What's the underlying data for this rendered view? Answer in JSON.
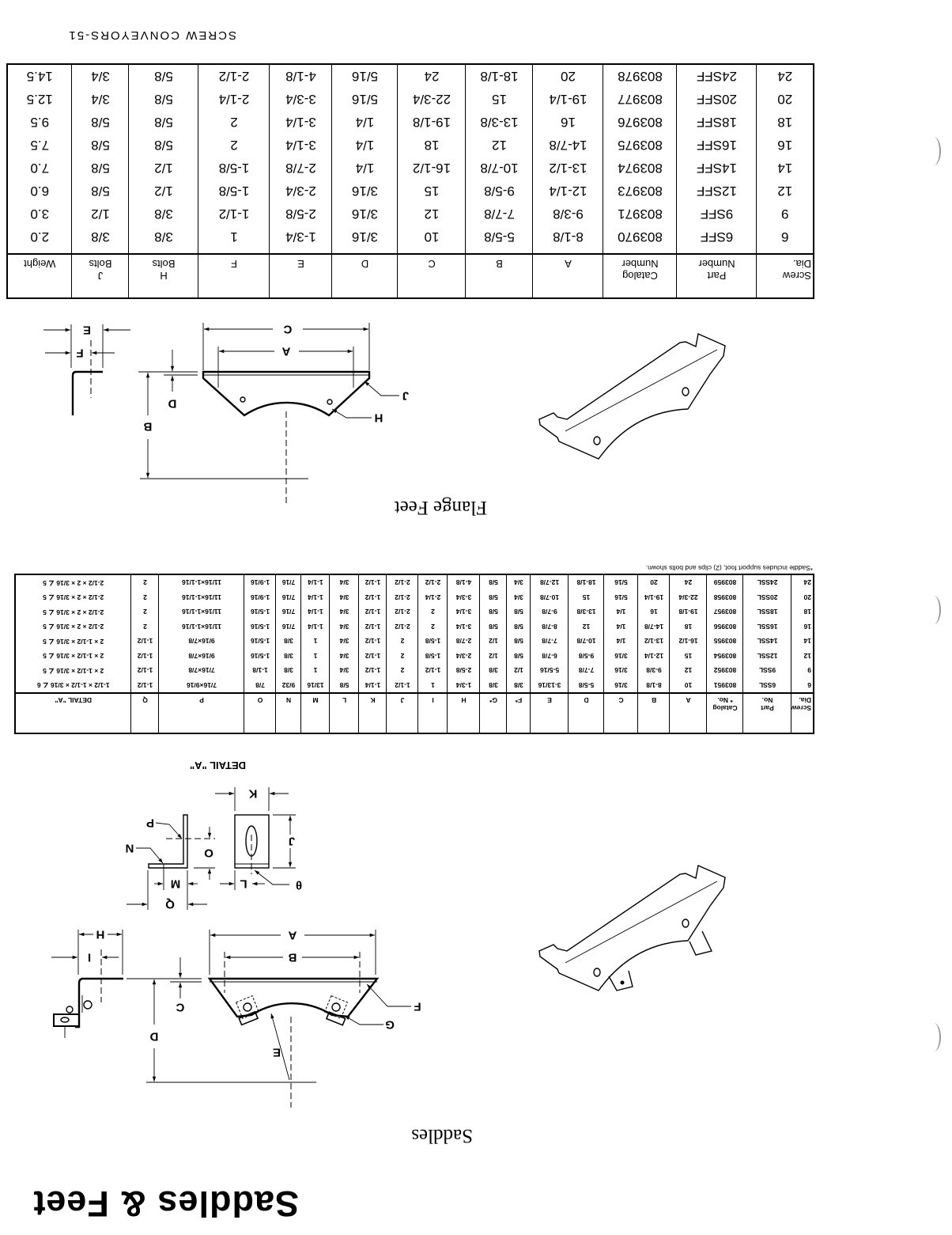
{
  "header": {
    "title": "Saddles & Feet",
    "footer": "SCREW CONVEYORS-51"
  },
  "saddles": {
    "caption": "Saddles",
    "detail_label": "DETAIL \"A\"",
    "labels": {
      "A": "A",
      "B": "B",
      "C": "C",
      "D": "D",
      "E": "E",
      "F": "F",
      "G": "G",
      "H": "H",
      "I": "I",
      "J": "J",
      "K": "K",
      "L": "L",
      "M": "M",
      "N": "N",
      "O": "O",
      "P": "P",
      "Q": "Q",
      "theta": "θ"
    },
    "table": {
      "headers": [
        "Screw\nDia.",
        "Part\nNo.",
        "Catalog\n* No.",
        "A",
        "B",
        "C",
        "D",
        "E",
        "F*",
        "G*",
        "H",
        "I",
        "J",
        "K",
        "L",
        "M",
        "N",
        "O",
        "P",
        "Q",
        "DETAIL \"A\""
      ],
      "rows": [
        [
          "6",
          "6SSL",
          "803951",
          "10",
          "8-1/8",
          "3/16",
          "5-5/8",
          "3-13/16",
          "3/8",
          "3/8",
          "1-3/4",
          "1",
          "1-1/2",
          "1-1/4",
          "5/8",
          "13/16",
          "9/32",
          "7/8",
          "7/16×9/16",
          "1-1/2",
          "1-1/2 × 1-1/2 × 3/16 ∠ 6"
        ],
        [
          "9",
          "9SSL",
          "803952",
          "12",
          "9-3/8",
          "3/16",
          "7-7/8",
          "5-5/16",
          "1/2",
          "3/8",
          "2-5/8",
          "1-1/2",
          "2",
          "1-1/2",
          "3/4",
          "1",
          "3/8",
          "1-1/8",
          "7/16×7/8",
          "1-1/2",
          "2 × 1-1/2 × 3/16 ∠ 5"
        ],
        [
          "12",
          "12SSL",
          "803954",
          "15",
          "12-1/4",
          "3/16",
          "9-5/8",
          "6-7/8",
          "5/8",
          "1/2",
          "2-3/4",
          "1-5/8",
          "2",
          "1-1/2",
          "3/4",
          "1",
          "3/8",
          "1-5/16",
          "9/16×7/8",
          "1-1/2",
          "2 × 1-1/2 × 3/16 ∠ 5"
        ],
        [
          "14",
          "14SSL",
          "803955",
          "16-1/2",
          "13-1/2",
          "1/4",
          "10-7/8",
          "7-7/8",
          "5/8",
          "1/2",
          "2-7/8",
          "1-5/8",
          "2",
          "1-1/2",
          "3/4",
          "1",
          "3/8",
          "1-5/16",
          "9/16×7/8",
          "1-1/2",
          "2 × 1-1/2 × 3/16 ∠ 5"
        ],
        [
          "16",
          "16SSL",
          "803956",
          "18",
          "14-7/8",
          "1/4",
          "12",
          "8-7/8",
          "5/8",
          "5/8",
          "3-1/4",
          "2",
          "2-1/2",
          "1-1/2",
          "3/4",
          "1-1/4",
          "7/16",
          "1-5/16",
          "11/16×1-1/16",
          "2",
          "2-1/2 × 2 × 3/16 ∠ 5"
        ],
        [
          "18",
          "18SSL",
          "803957",
          "19-1/8",
          "16",
          "1/4",
          "13-3/8",
          "9-7/8",
          "5/8",
          "5/8",
          "3-1/4",
          "2",
          "2-1/2",
          "1-1/2",
          "3/4",
          "1-1/4",
          "7/16",
          "1-5/16",
          "11/16×1-1/16",
          "2",
          "2-1/2 × 2 × 3/16 ∠ 5"
        ],
        [
          "20",
          "20SSL",
          "803958",
          "22-3/4",
          "19-1/4",
          "5/16",
          "15",
          "10-7/8",
          "3/4",
          "5/8",
          "3-3/4",
          "2-1/4",
          "2-1/2",
          "1-1/2",
          "3/4",
          "1-1/4",
          "7/16",
          "1-9/16",
          "11/16×1-1/16",
          "2",
          "2-1/2 × 2 × 3/16 ∠ 5"
        ],
        [
          "24",
          "24SSL",
          "803959",
          "24",
          "20",
          "5/16",
          "18-1/8",
          "12-7/8",
          "3/4",
          "5/8",
          "4-1/8",
          "2-1/2",
          "2-1/2",
          "1-1/2",
          "3/4",
          "1-1/4",
          "7/16",
          "1-9/16",
          "11/16×1-1/16",
          "2",
          "2-1/2 × 2 × 3/16 ∠ 5"
        ]
      ]
    },
    "footnote": "*Saddle includes support foot, (2) clips and bolts shown."
  },
  "flange_feet": {
    "caption": "Flange Feet",
    "labels": {
      "A": "A",
      "B": "B",
      "C": "C",
      "D": "D",
      "E": "E",
      "F": "F",
      "H": "H",
      "J": "J"
    },
    "table": {
      "headers": [
        "Screw\nDia.",
        "Part\nNumber",
        "Catalog\nNumber",
        "A",
        "B",
        "C",
        "D",
        "E",
        "F",
        "H\nBolts",
        "J\nBolts",
        "Weight"
      ],
      "rows": [
        [
          "6",
          "6SFF",
          "803970",
          "8-1/8",
          "5-5/8",
          "10",
          "3/16",
          "1-3/4",
          "1",
          "3/8",
          "3/8",
          "2.0"
        ],
        [
          "9",
          "9SFF",
          "803971",
          "9-3/8",
          "7-7/8",
          "12",
          "3/16",
          "2-5/8",
          "1-1/2",
          "3/8",
          "1/2",
          "3.0"
        ],
        [
          "12",
          "12SFF",
          "803973",
          "12-1/4",
          "9-5/8",
          "15",
          "3/16",
          "2-3/4",
          "1-5/8",
          "1/2",
          "5/8",
          "6.0"
        ],
        [
          "14",
          "14SFF",
          "803974",
          "13-1/2",
          "10-7/8",
          "16-1/2",
          "1/4",
          "2-7/8",
          "1-5/8",
          "1/2",
          "5/8",
          "7.0"
        ],
        [
          "16",
          "16SFF",
          "803975",
          "14-7/8",
          "12",
          "18",
          "1/4",
          "3-1/4",
          "2",
          "5/8",
          "5/8",
          "7.5"
        ],
        [
          "18",
          "18SFF",
          "803976",
          "16",
          "13-3/8",
          "19-1/8",
          "1/4",
          "3-1/4",
          "2",
          "5/8",
          "5/8",
          "9.5"
        ],
        [
          "20",
          "20SFF",
          "803977",
          "19-1/4",
          "15",
          "22-3/4",
          "5/16",
          "3-3/4",
          "2-1/4",
          "5/8",
          "3/4",
          "12.5"
        ],
        [
          "24",
          "24SFF",
          "803978",
          "20",
          "18-1/8",
          "24",
          "5/16",
          "4-1/8",
          "2-1/2",
          "5/8",
          "3/4",
          "14.5"
        ]
      ]
    }
  }
}
